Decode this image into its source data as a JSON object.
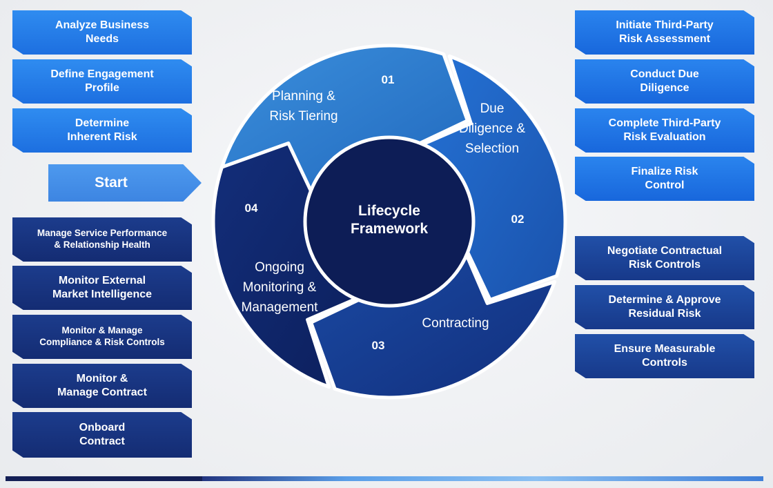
{
  "center": {
    "line1": "Lifecycle",
    "line2": "Framework"
  },
  "start_label": "Start",
  "phases": [
    {
      "number": "01",
      "lines": [
        "Planning &",
        "Risk Tiering"
      ],
      "color": "#2f7fcf"
    },
    {
      "number": "02",
      "lines": [
        "Due",
        "Diligence &",
        "Selection"
      ],
      "color": "#1f64c4"
    },
    {
      "number": "03",
      "lines": [
        "Contracting"
      ],
      "color": "#163d93"
    },
    {
      "number": "04",
      "lines": [
        "Ongoing",
        "Monitoring &",
        "Management"
      ],
      "color": "#10276b"
    }
  ],
  "left_top_steps": [
    {
      "text": "Analyze Business\nNeeds"
    },
    {
      "text": "Define Engagement\nProfile"
    },
    {
      "text": "Determine\nInherent Risk"
    }
  ],
  "left_bottom_steps": [
    {
      "text": "Manage Service Performance\n& Relationship Health"
    },
    {
      "text": "Monitor External\nMarket Intelligence"
    },
    {
      "text": "Monitor & Manage\nCompliance & Risk Controls"
    },
    {
      "text": "Monitor &\nManage Contract"
    },
    {
      "text": "Onboard\nContract"
    }
  ],
  "right_top_steps": [
    {
      "text": "Initiate Third-Party\nRisk Assessment"
    },
    {
      "text": "Conduct Due\nDiligence"
    },
    {
      "text": "Complete Third-Party\nRisk Evaluation"
    },
    {
      "text": "Finalize Risk\nControl"
    }
  ],
  "right_bottom_steps": [
    {
      "text": "Negotiate Contractual\nRisk Controls"
    },
    {
      "text": "Determine & Approve\nResidual Risk"
    },
    {
      "text": "Ensure Measurable\nControls"
    }
  ],
  "colors": {
    "center": "#0d1d56",
    "outline": "#ffffff",
    "bright_blue": "#2478e6",
    "dark_navy": "#142c73"
  }
}
